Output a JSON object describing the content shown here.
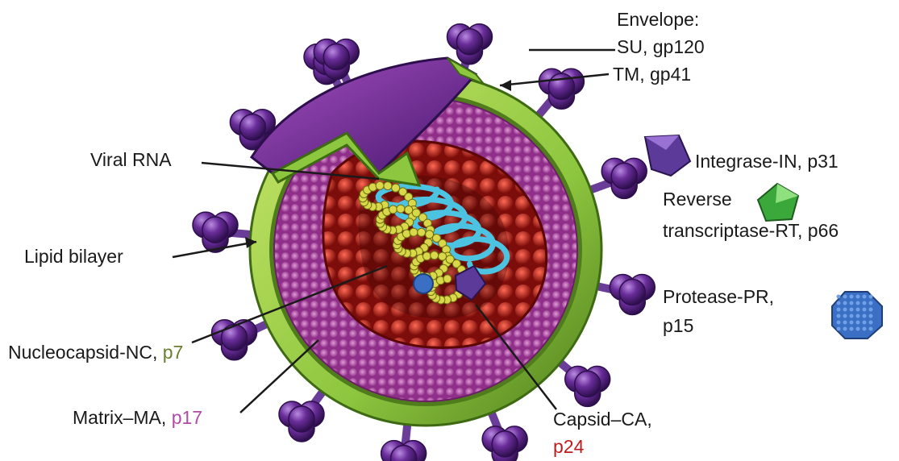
{
  "labels": {
    "envelope": "Envelope:",
    "su": "SU, gp120",
    "tm": "TM, gp41",
    "viral_rna": "Viral RNA",
    "integrase": "Integrase-IN, p31",
    "reverse": "Reverse",
    "transcriptase": "transcriptase-RT, p66",
    "lipid": "Lipid bilayer",
    "protease": "Protease-PR,",
    "p15": "p15",
    "nucleocapsid": "Nucleocapsid-NC,",
    "p7": "p7",
    "matrix": "Matrix–MA,",
    "p17": "p17",
    "capsid": "Capsid–CA,",
    "p24": "p24"
  },
  "colors": {
    "envelope_green": "#8dc63f",
    "matrix_magenta": "#b84fb0",
    "capsid_red": "#c0201a",
    "rna_cyan": "#4cc3e0",
    "nc_yellow": "#d8d84a",
    "spike_purple": "#6a2d9a",
    "integrase_purple": "#5b3a9a",
    "rt_green": "#3aa83a",
    "protease_blue": "#3a6fc4"
  }
}
